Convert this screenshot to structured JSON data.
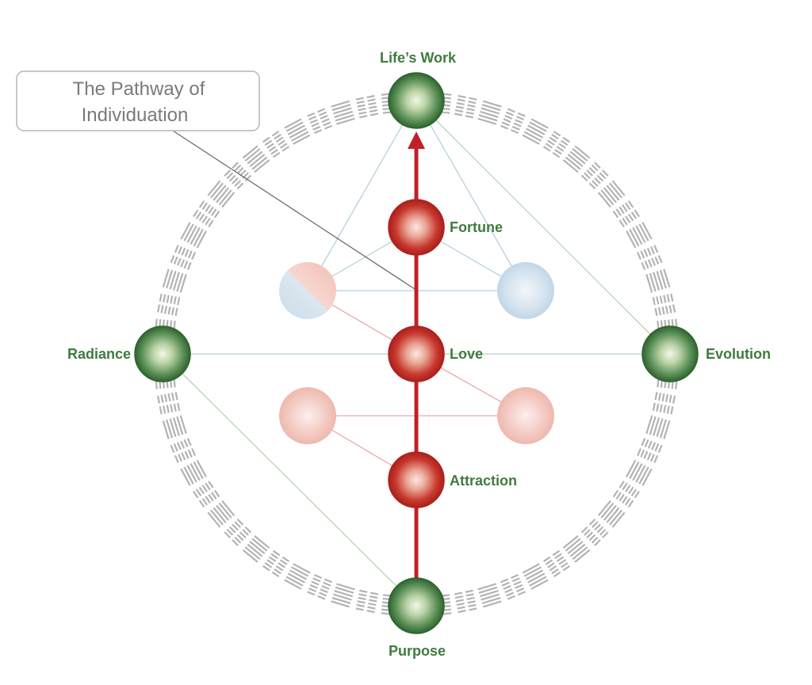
{
  "callout": {
    "line1": "The Pathway of",
    "line2": "Individuation"
  },
  "nodes": [
    {
      "id": "lifes-work",
      "label": "Life’s Work",
      "kind": "green",
      "labeled": true
    },
    {
      "id": "radiance",
      "label": "Radiance",
      "kind": "green",
      "labeled": true
    },
    {
      "id": "evolution",
      "label": "Evolution",
      "kind": "green",
      "labeled": true
    },
    {
      "id": "purpose",
      "label": "Purpose",
      "kind": "green",
      "labeled": true
    },
    {
      "id": "fortune",
      "label": "Fortune",
      "kind": "red",
      "labeled": true
    },
    {
      "id": "love",
      "label": "Love",
      "kind": "red",
      "labeled": true
    },
    {
      "id": "attraction",
      "label": "Attraction",
      "kind": "red",
      "labeled": true
    },
    {
      "id": "left-upper",
      "label": "",
      "kind": "split",
      "labeled": false
    },
    {
      "id": "right-upper",
      "label": "",
      "kind": "blue",
      "labeled": false
    },
    {
      "id": "left-lower",
      "label": "",
      "kind": "pink",
      "labeled": false
    },
    {
      "id": "right-lower",
      "label": "",
      "kind": "pink",
      "labeled": false
    }
  ],
  "colors": {
    "label_green": "#3f7b3f",
    "path_red": "#c0202a",
    "ring_gray": "#b3b3b3",
    "link_blue": "#b8d0e0",
    "link_pink": "#e9a9a9",
    "link_green": "#b9d3b9",
    "callout_border": "#b5b5b5",
    "callout_text": "#7a7a7a"
  }
}
